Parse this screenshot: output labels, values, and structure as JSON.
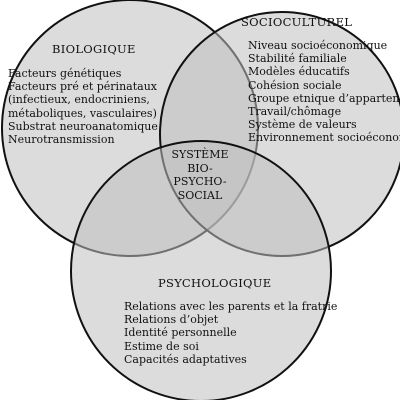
{
  "diagram": {
    "circles": [
      {
        "id": "biologique",
        "title": "BIOLOGIQUE",
        "items": [
          "Facteurs génétiques",
          "Facteurs pré et périnataux",
          "(infectieux, endocriniens,",
          "métaboliques, vasculaires)",
          "Substrat neuroanatomique",
          "Neurotransmission"
        ]
      },
      {
        "id": "socioculturel",
        "title": "SOCIOCULTUREL",
        "items": [
          "Niveau socioéconomique",
          "Stabilité familiale",
          "Modèles éducatifs",
          "Cohésion sociale",
          "Groupe etnique d’appartenance",
          "Travail/chômage",
          "Système de valeurs",
          "Environnement socioéconomique"
        ]
      },
      {
        "id": "psychologique",
        "title": "PSYCHOLOGIQUE",
        "items": [
          "Relations avec les parents et la fratrie",
          "Relations d’objet",
          "Identité personnelle",
          "Estime de soi",
          "Capacités adaptatives"
        ]
      }
    ],
    "center": {
      "lines": [
        "SYSTÈME",
        "BIO-",
        "PSYCHO-",
        "SOCIAL"
      ]
    }
  },
  "colors": {
    "circle_fill": "#bfbfbf",
    "stroke": "#111111",
    "text": "#111111",
    "background": "#ffffff"
  }
}
